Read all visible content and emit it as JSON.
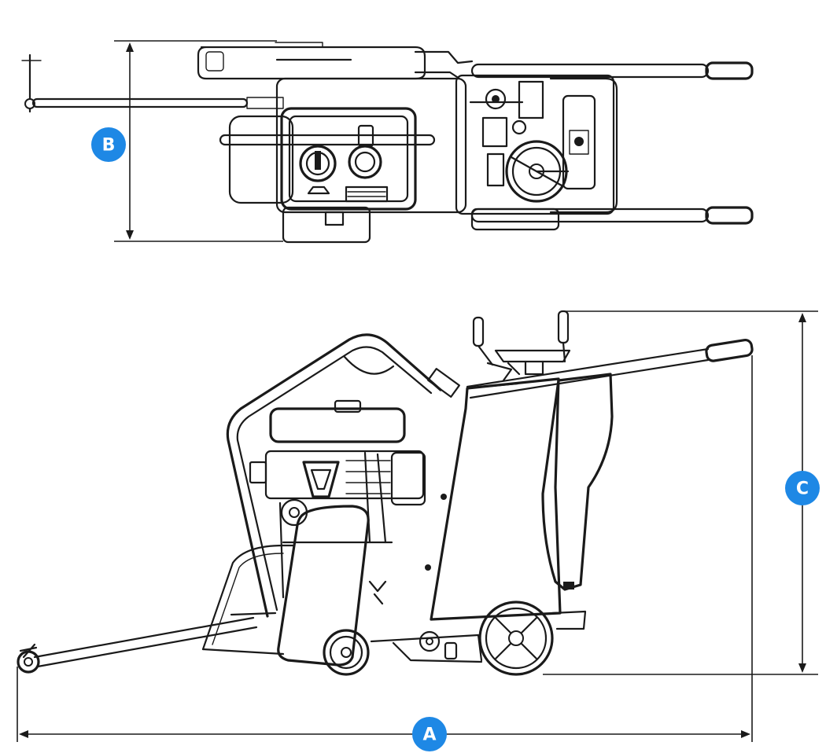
{
  "labels": {
    "width_label": "B",
    "height_label": "C",
    "length_label": "A"
  },
  "colors": {
    "badge": "#1E88E5",
    "line": "#1a1a1a",
    "background": "#ffffff"
  },
  "views": [
    "top-view",
    "side-view"
  ]
}
